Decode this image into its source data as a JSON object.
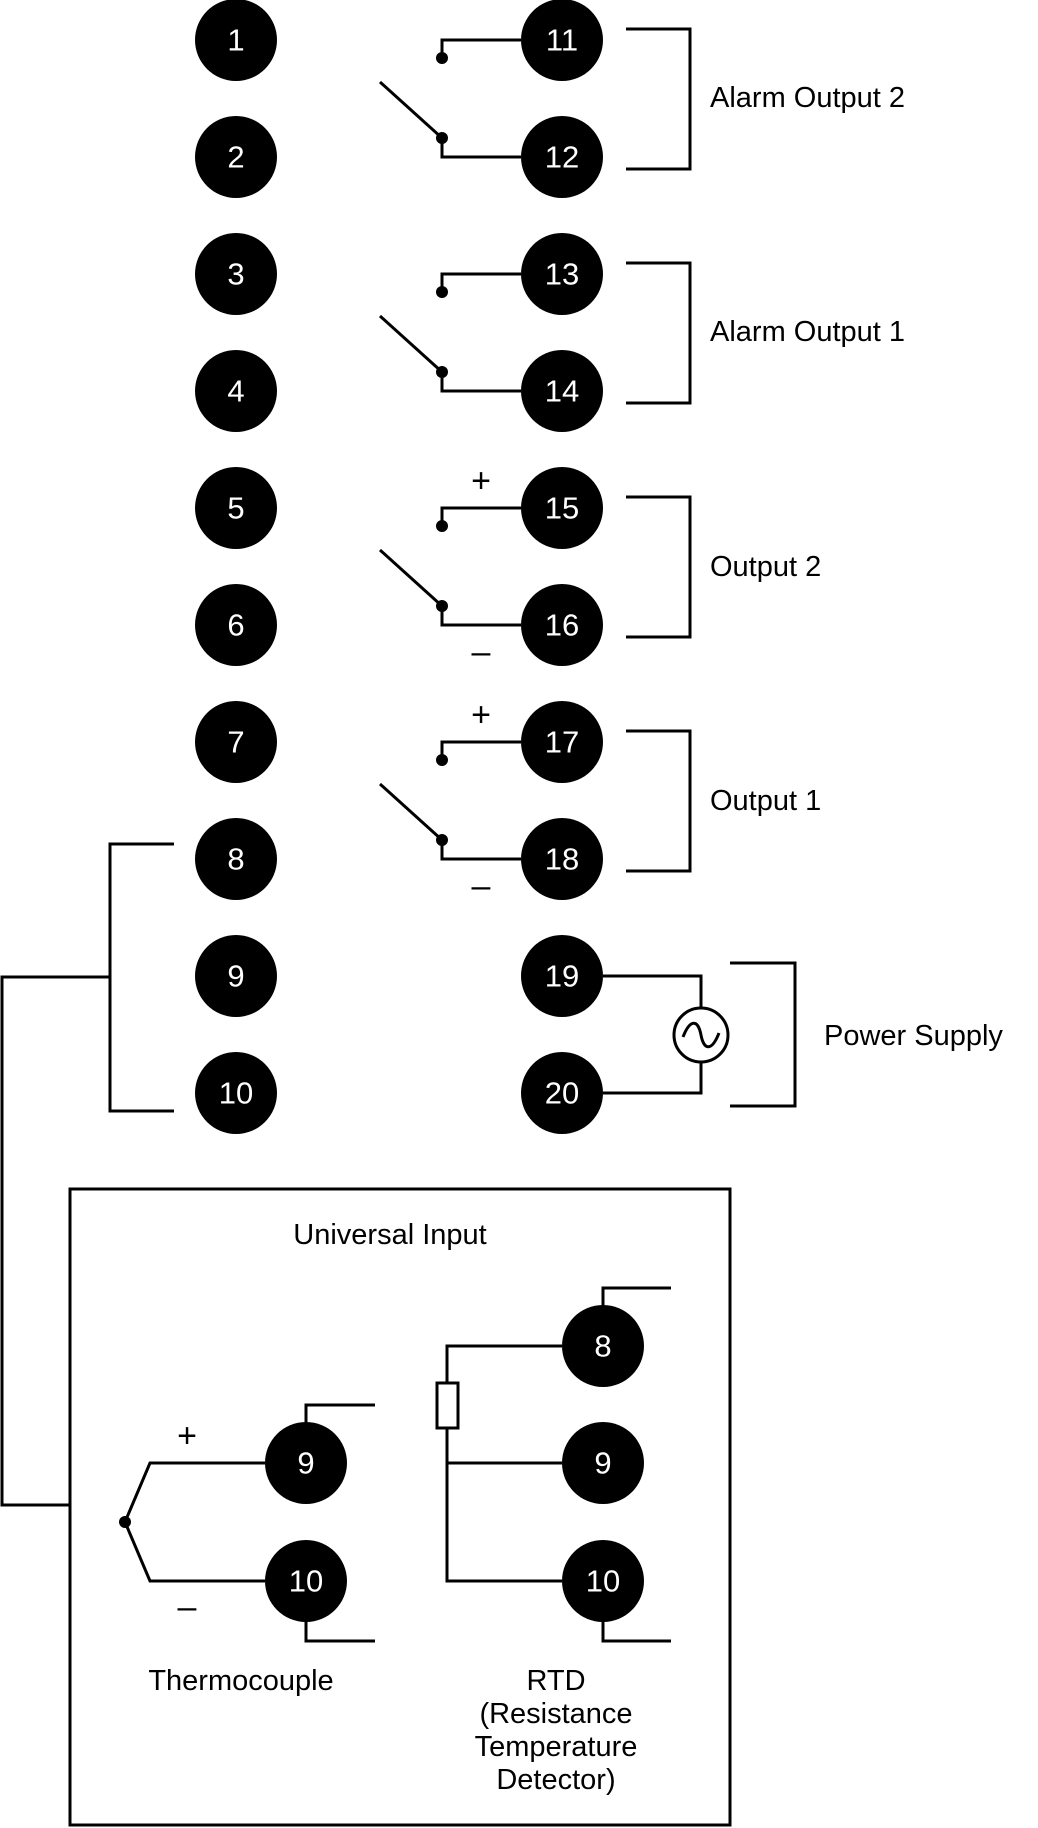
{
  "terminals_left": [
    "1",
    "2",
    "3",
    "4",
    "5",
    "6",
    "7",
    "8",
    "9",
    "10"
  ],
  "terminals_right": [
    "11",
    "12",
    "13",
    "14",
    "15",
    "16",
    "17",
    "18",
    "19",
    "20"
  ],
  "labels": {
    "alarm_output_2": "Alarm Output 2",
    "alarm_output_1": "Alarm Output 1",
    "output_2": "Output 2",
    "output_1": "Output 1",
    "power_supply": "Power Supply",
    "universal_input": "Universal Input",
    "thermocouple": "Thermocouple",
    "rtd_line1": "RTD",
    "rtd_line2": "(Resistance",
    "rtd_line3": "Temperature",
    "rtd_line4": "Detector)"
  },
  "signs": {
    "plus": "+",
    "minus": "–"
  },
  "inset_terminals": {
    "tc_9": "9",
    "tc_10": "10",
    "rtd_8": "8",
    "rtd_9": "9",
    "rtd_10": "10"
  }
}
